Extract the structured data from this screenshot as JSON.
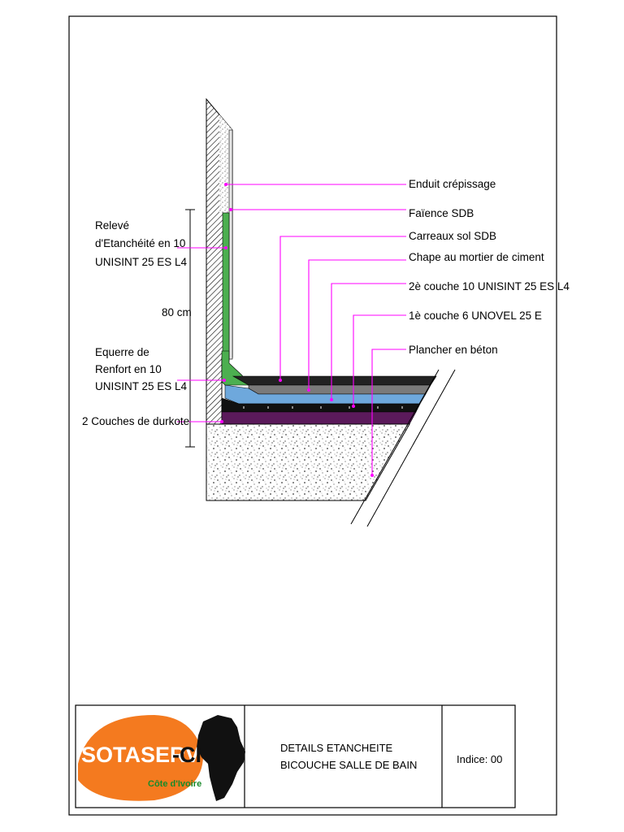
{
  "drawing": {
    "labels": {
      "enduit": "Enduit crépissage",
      "faience": "Faïence SDB",
      "carreaux": "Carreaux sol SDB",
      "chape": "Chape au mortier de ciment",
      "couche2": "2è couche 10 UNISINT 25 ES L4",
      "couche1": "1è couche 6 UNOVEL 25 E",
      "plancher": "Plancher en béton",
      "releve_1": "Relevé",
      "releve_2": "d'Etanchéité en 10",
      "releve_3": "UNISINT 25 ES L4",
      "equerre_1": "Equerre de",
      "equerre_2": "Renfort en 10",
      "equerre_3": "UNISINT 25 ES L4",
      "durkote": "2 Couches de durkote",
      "height_dim": "80 cm"
    },
    "colors": {
      "leader": "#ff00ff",
      "green_membrane": "#4caf50",
      "blue_chape": "#6ea8dc",
      "grey_tile": "#7a7a7a",
      "purple_durkote": "#5b1a5b",
      "black_layer": "#111111"
    }
  },
  "title_block": {
    "logo_text_1": "SOTASERV",
    "logo_text_2": "-CI",
    "logo_sub": "Côte d'Ivoire",
    "title_line1": "DETAILS ETANCHEITE",
    "title_line2": "BICOUCHE SALLE DE BAIN",
    "indice": "Indice:  00"
  }
}
